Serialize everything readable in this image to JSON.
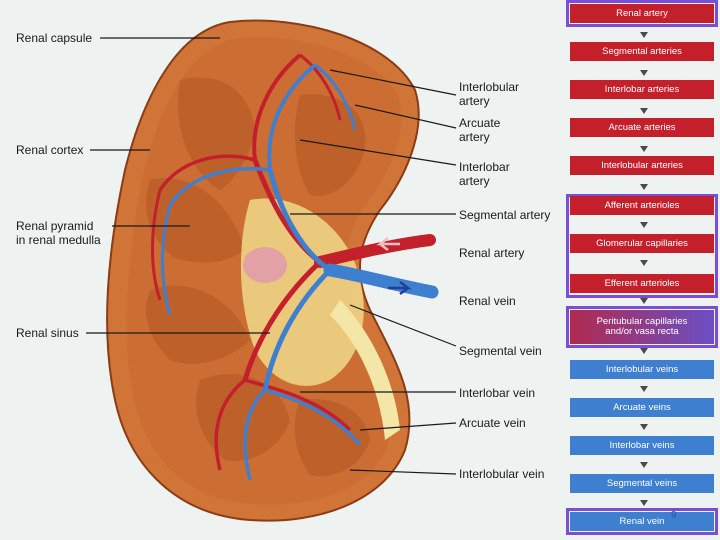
{
  "labels": {
    "renal_capsule": "Renal capsule",
    "renal_cortex": "Renal cortex",
    "renal_pyramid": "Renal pyramid\nin renal medulla",
    "renal_sinus": "Renal sinus",
    "interlobular_artery": "Interlobular\nartery",
    "arcuate_artery": "Arcuate\nartery",
    "interlobar_artery": "Interlobar\nartery",
    "segmental_artery": "Segmental artery",
    "renal_artery": "Renal artery",
    "renal_vein": "Renal vein",
    "segmental_vein": "Segmental vein",
    "interlobar_vein": "Interlobar vein",
    "arcuate_vein": "Arcuate vein",
    "interlobular_vein": "Interlobular vein"
  },
  "flowchart": {
    "steps": [
      {
        "label": "Renal artery",
        "kind": "artery"
      },
      {
        "label": "Segmental arteries",
        "kind": "artery"
      },
      {
        "label": "Interlobar arteries",
        "kind": "artery"
      },
      {
        "label": "Arcuate arteries",
        "kind": "artery"
      },
      {
        "label": "Interlobular arteries",
        "kind": "artery"
      },
      {
        "label": "Afferent arterioles",
        "kind": "artery"
      },
      {
        "label": "Glomerular capillaries",
        "kind": "artery"
      },
      {
        "label": "Efferent arterioles",
        "kind": "artery"
      },
      {
        "label": "Peritubular capillaries\nand/or vasa recta",
        "kind": "capillary"
      },
      {
        "label": "Interlobular veins",
        "kind": "vein"
      },
      {
        "label": "Arcuate veins",
        "kind": "vein"
      },
      {
        "label": "Interlobar veins",
        "kind": "vein"
      },
      {
        "label": "Segmental veins",
        "kind": "vein"
      },
      {
        "label": "Renal vein",
        "kind": "vein"
      }
    ]
  },
  "page_number": "9",
  "colors": {
    "artery": "#c4202c",
    "vein": "#3e7fd0",
    "highlight": "#7a4fd6",
    "cortex": "#d2783c",
    "sinus_fat": "#f0d98a"
  }
}
